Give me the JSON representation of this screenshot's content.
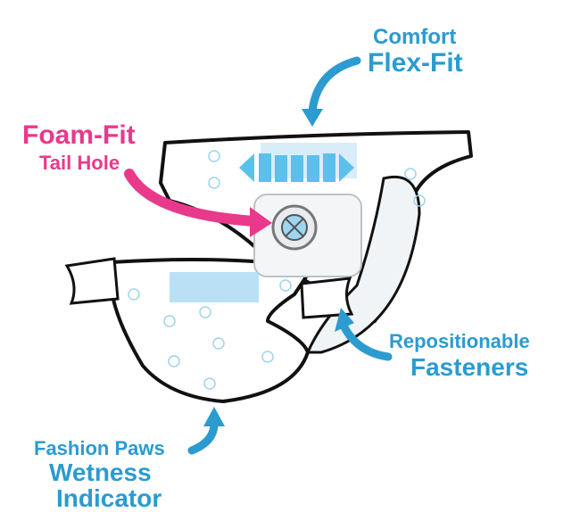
{
  "labels": {
    "comfort_line1": "Comfort",
    "comfort_line2": "Flex-Fit",
    "foam_line1": "Foam-Fit",
    "foam_line2": "Tail Hole",
    "fasteners_line1": "Repositionable",
    "fasteners_line2": "Fasteners",
    "wetness_line1": "Fashion Paws",
    "wetness_line2": "Wetness",
    "wetness_line3": "Indicator"
  },
  "colors": {
    "blue": "#2b9bd0",
    "pink": "#e8398b",
    "light_blue": "#5cc0ec",
    "outline": "#111111"
  }
}
